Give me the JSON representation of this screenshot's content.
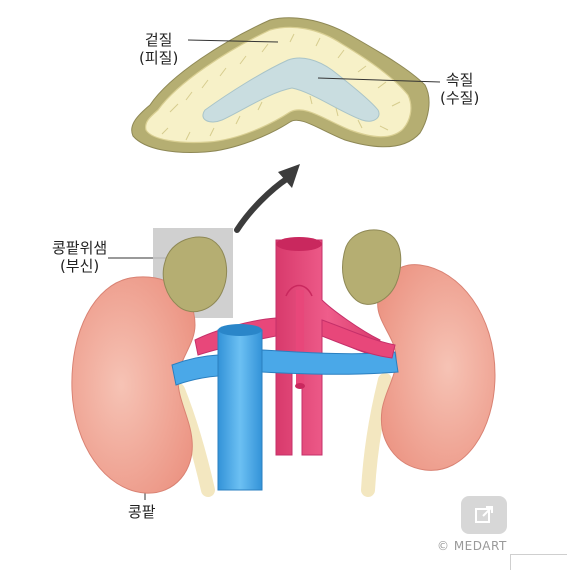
{
  "labels": {
    "cortex_line1": "겉질",
    "cortex_line2": "(피질)",
    "medulla_line1": "속질",
    "medulla_line2": "(수질)",
    "adrenal_line1": "콩팥위샘",
    "adrenal_line2": "(부신)",
    "kidney": "콩팥"
  },
  "credit": "© MEDART",
  "icons": {
    "share": "share-external-icon"
  },
  "colors": {
    "cortex": "#f7f1c8",
    "medulla": "#c9dde0",
    "adrenal": "#b9b37a",
    "kidney": "#f2a79a",
    "aorta": "#e8477a",
    "vena_cava": "#4aa8e8",
    "ureter": "#f3e7c0"
  }
}
